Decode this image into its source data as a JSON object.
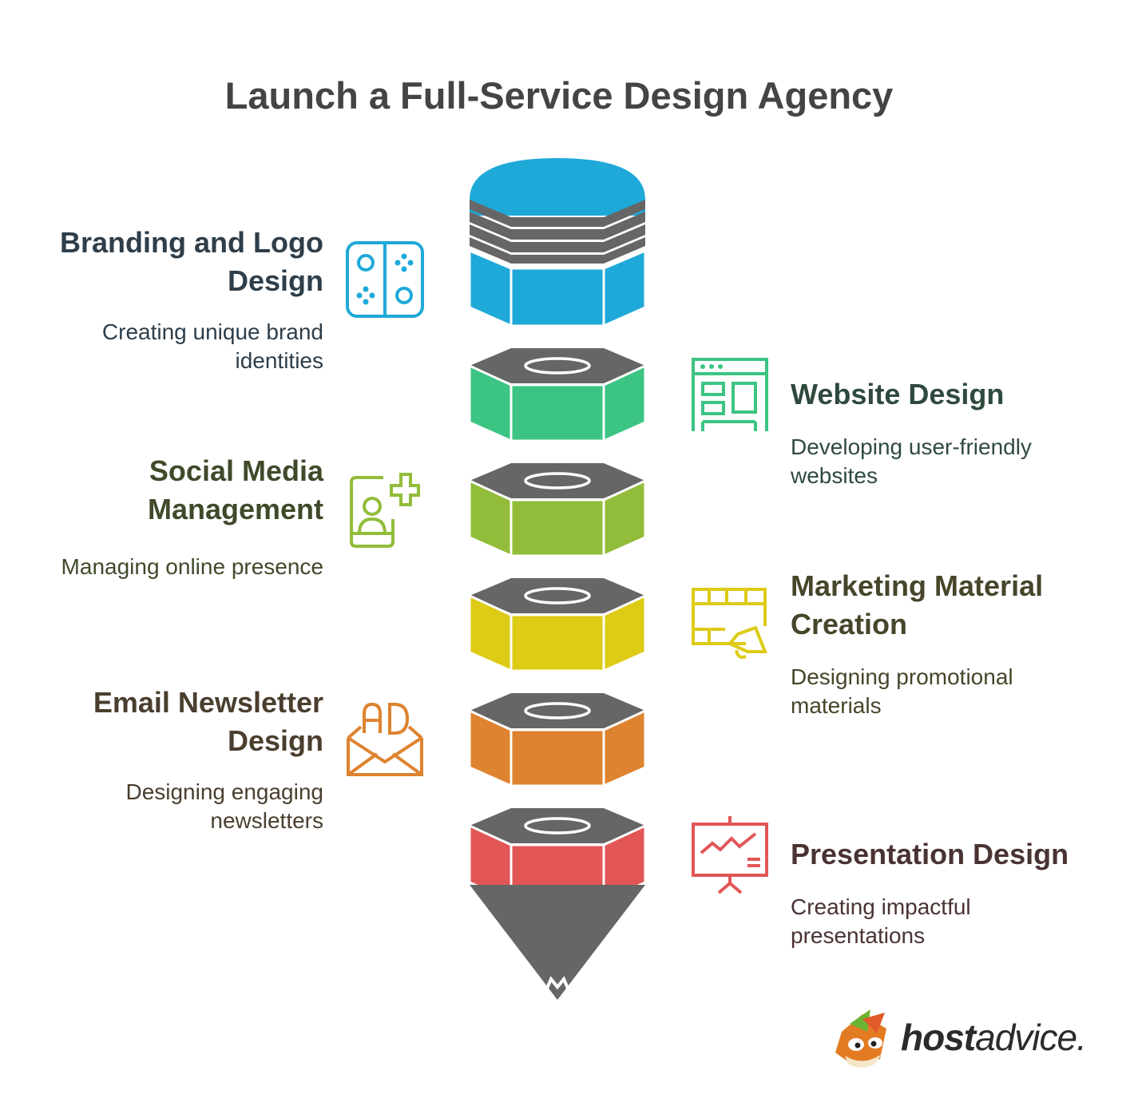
{
  "title": "Launch a Full-Service Design Agency",
  "colors": {
    "layer_1": "#1fa9d9",
    "layer_2": "#3cc483",
    "layer_3": "#92bd3a",
    "layer_4": "#ddcb16",
    "layer_5": "#de832f",
    "layer_6": "#e25656",
    "cap": "#666666"
  },
  "steps": [
    {
      "title_line1": "Branding and Logo",
      "title_line2": "Design",
      "desc_line1": "Creating unique brand",
      "desc_line2": "identities",
      "icon": "game-controller-icon",
      "side": "left",
      "color": "#1fa9d9"
    },
    {
      "title_line1": "Website Design",
      "title_line2": "",
      "desc_line1": "Developing user-friendly",
      "desc_line2": "websites",
      "icon": "browser-layout-icon",
      "side": "right",
      "color": "#3cc483"
    },
    {
      "title_line1": "Social Media",
      "title_line2": "Management",
      "desc_line1": "Managing online presence",
      "desc_line2": "",
      "icon": "user-plus-icon",
      "side": "left",
      "color": "#92bd3a"
    },
    {
      "title_line1": "Marketing Material",
      "title_line2": "Creation",
      "desc_line1": "Designing promotional",
      "desc_line2": "materials",
      "icon": "megaphone-board-icon",
      "side": "right",
      "color": "#ddcb16"
    },
    {
      "title_line1": "Email Newsletter",
      "title_line2": "Design",
      "desc_line1": "Designing engaging",
      "desc_line2": "newsletters",
      "icon": "ad-envelope-icon",
      "side": "left",
      "color": "#de832f"
    },
    {
      "title_line1": "Presentation Design",
      "title_line2": "",
      "desc_line1": "Creating impactful",
      "desc_line2": "presentations",
      "icon": "presentation-chart-icon",
      "side": "right",
      "color": "#e25656"
    }
  ],
  "brand": {
    "bold": "host",
    "light": "advice."
  }
}
